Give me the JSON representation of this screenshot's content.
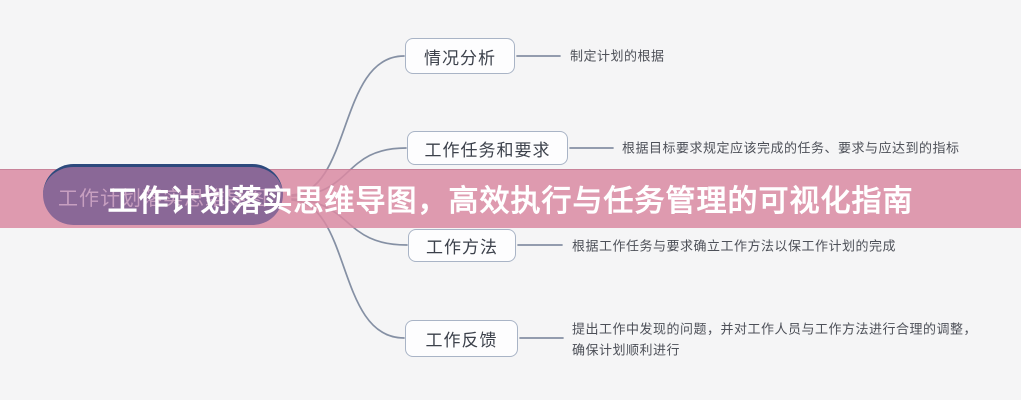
{
  "banner": {
    "title": "工作计划落实思维导图，高效执行与任务管理的可视化指南",
    "bg_color": "#dd99af",
    "text_color": "#ffffff"
  },
  "central_topic": {
    "label": "工作计划落实思维导图",
    "fill_color": "#8a6897",
    "border_color": "#2d4a7d",
    "text_color": "#c79fc0"
  },
  "branches": [
    {
      "label": "情况分析",
      "note": "制定计划的根据"
    },
    {
      "label": "工作任务和要求",
      "note": "根据目标要求规定应该完成的任务、要求与应达到的指标"
    },
    {
      "label": "工作方法",
      "note": "根据工作任务与要求确立工作方法以保工作计划的完成"
    },
    {
      "label": "工作反馈",
      "note": "提出工作中发现的问题，并对工作人员与工作方法进行合理的调整，确保计划顺利进行"
    }
  ],
  "colors": {
    "background": "#f5f5f6",
    "connector_line": "#8590a4",
    "node_border": "#a9b4c6",
    "node_fill": "#fdfdfe",
    "node_text": "#3c414b",
    "note_text": "#4d5058"
  }
}
